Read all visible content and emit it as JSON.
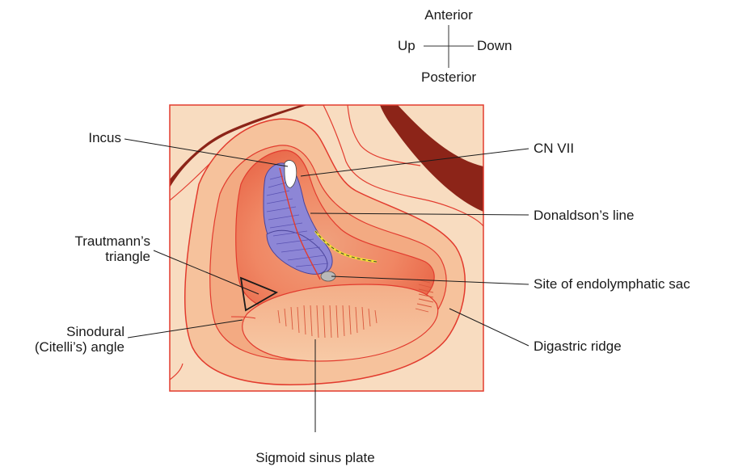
{
  "orientation": {
    "anterior": "Anterior",
    "posterior": "Posterior",
    "up": "Up",
    "down": "Down"
  },
  "labels": {
    "incus": "Incus",
    "cn_vii": "CN VII",
    "donaldsons_line": "Donaldson’s line",
    "trautmanns_triangle_line1": "Trautmann’s",
    "trautmanns_triangle_line2": "triangle",
    "endolymphatic_sac": "Site of endolymphatic sac",
    "sinodural_angle_line1": "Sinodural",
    "sinodural_angle_line2": "(Citelli’s) angle",
    "digastric_ridge": "Digastric ridge",
    "sigmoid_sinus_plate": "Sigmoid sinus plate"
  },
  "colors": {
    "background_bone": "#f8dcc0",
    "frame_line": "#e23b2e",
    "dura_dark": "#8c2418",
    "mastoid_light": "#f7c29d",
    "mastoid_mid": "#f3a37a",
    "mastoid_deep": "#ee7f5c",
    "canal_purple": "#8d86d6",
    "canal_stripes": "#5b53b3",
    "donaldson_yellow": "#f2e233",
    "leader_line": "#1a1a1a"
  }
}
